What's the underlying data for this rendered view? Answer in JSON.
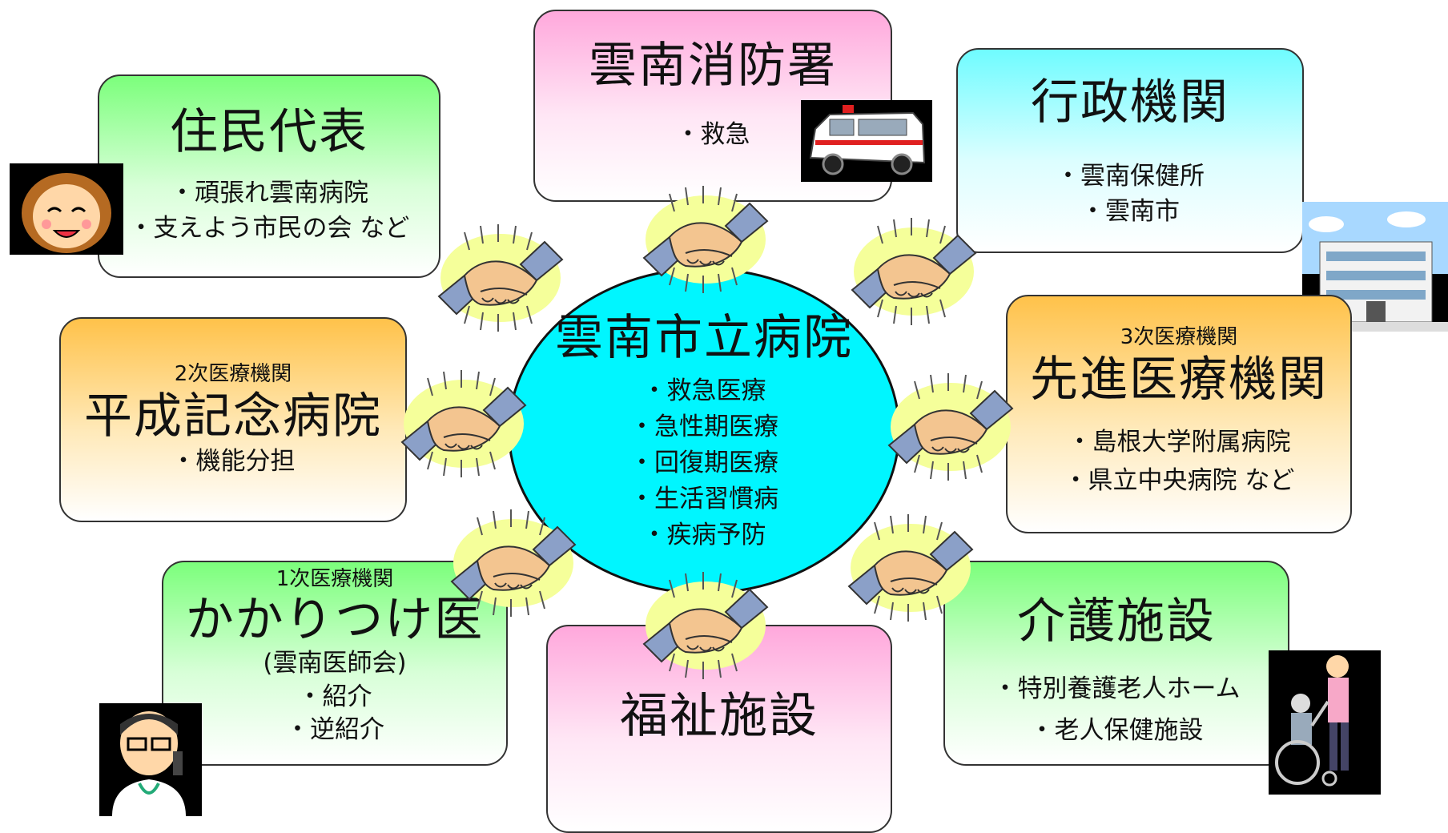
{
  "center": {
    "title": "雲南市立病院",
    "items": [
      "・救急医療",
      "・急性期医療",
      "・回復期医療",
      "・生活習慣病",
      "・疾病予防"
    ]
  },
  "boxes": {
    "fire": {
      "title": "雲南消防署",
      "items": [
        "・救急"
      ]
    },
    "residents": {
      "title": "住民代表",
      "items": [
        "・頑張れ雲南病院",
        "・支えよう市民の会 など"
      ]
    },
    "admin": {
      "title": "行政機関",
      "items": [
        "・雲南保健所",
        "・雲南市"
      ]
    },
    "heisei": {
      "tier": "2次医療機関",
      "title": "平成記念病院",
      "items": [
        "・機能分担"
      ]
    },
    "advanced": {
      "tier": "3次医療機関",
      "title": "先進医療機関",
      "items": [
        "・島根大学附属病院",
        "・県立中央病院 など"
      ]
    },
    "gp": {
      "tier": "1次医療機関",
      "title": "かかりつけ医",
      "subtitle": "(雲南医師会)",
      "items": [
        "・紹介",
        "・逆紹介"
      ]
    },
    "welfare": {
      "title": "福祉施設"
    },
    "care": {
      "title": "介護施設",
      "items": [
        "・特別養護老人ホーム",
        "・老人保健施設"
      ]
    }
  },
  "icons": [
    "handshake-icon",
    "ambulance-icon",
    "woman-face-icon",
    "building-icon",
    "doctor-icon",
    "wheelchair-icon"
  ],
  "colors": {
    "center": "#00f6ff",
    "green": "#7cff7c",
    "pink": "#ffa8dc",
    "cyan": "#6ffcff",
    "orange": "#ffc24a"
  }
}
